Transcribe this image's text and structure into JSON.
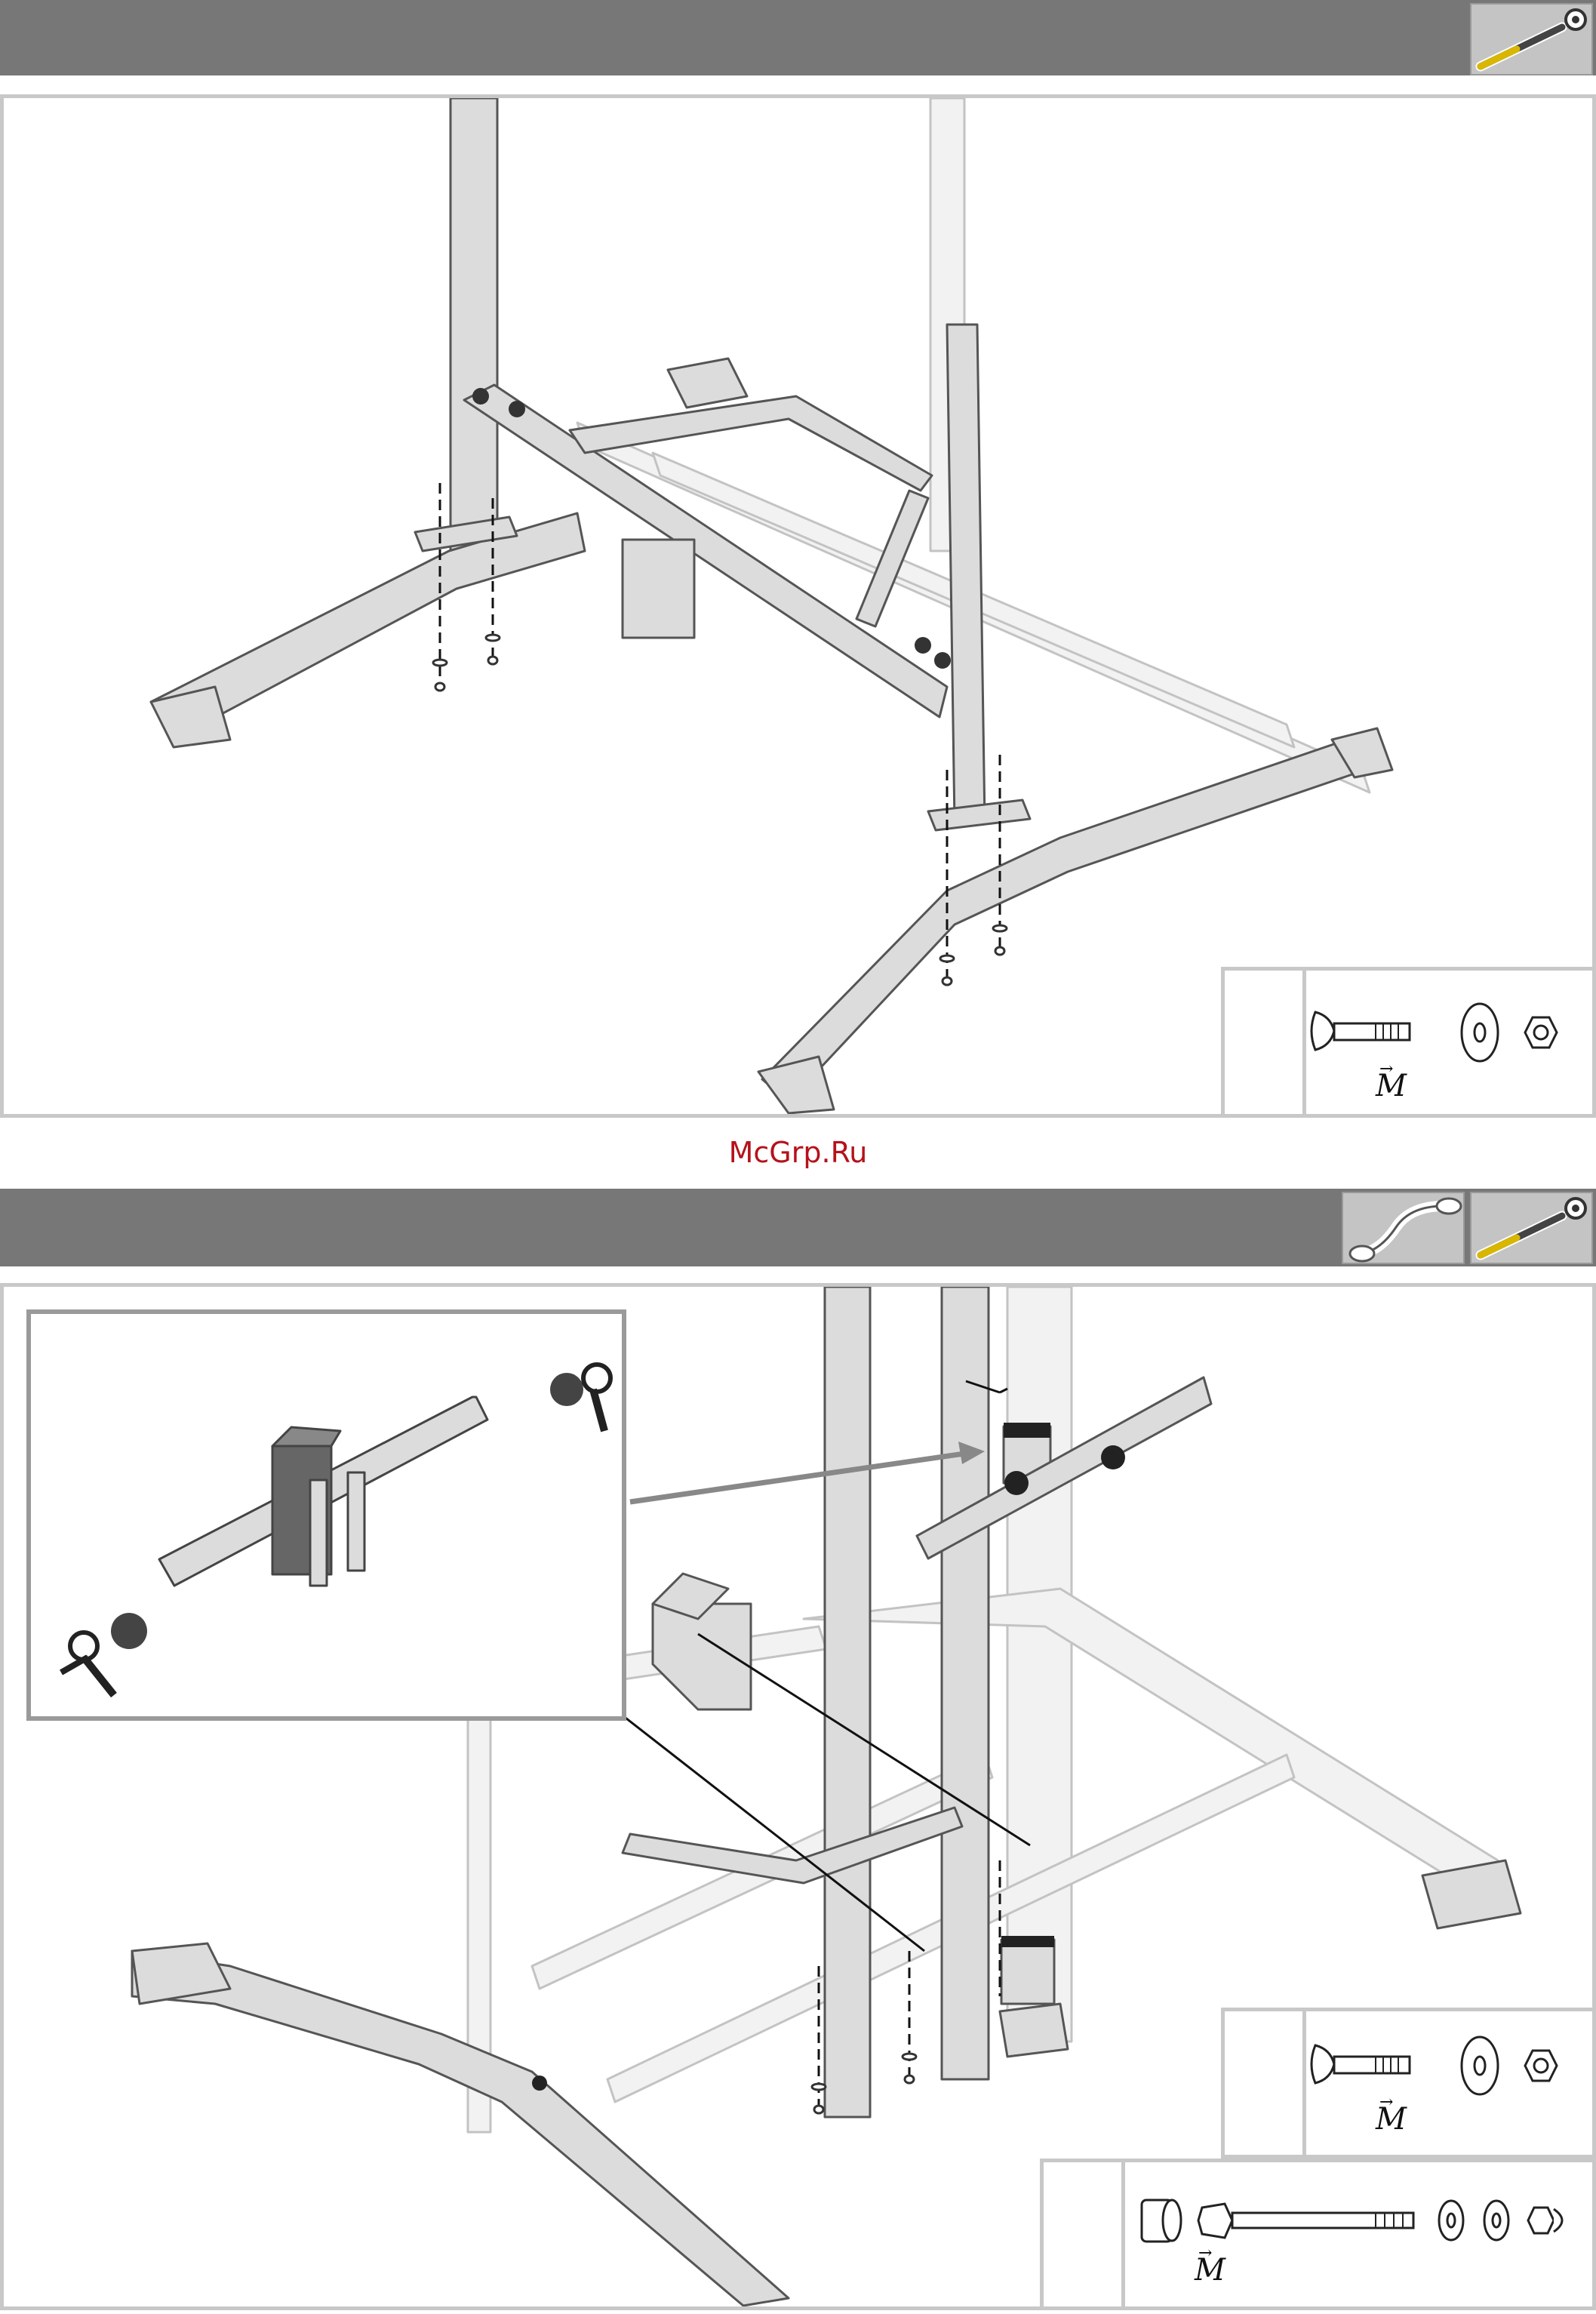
{
  "watermark": "McGrp.Ru",
  "step1": {
    "tools": [
      "torque-wrench-icon"
    ],
    "hardware": [
      "carriage-bolt-icon",
      "washer-icon",
      "nut-icon"
    ],
    "unit_label": "M"
  },
  "step2": {
    "tools": [
      "spanner-icon",
      "torque-wrench-icon"
    ],
    "hardware_a": [
      "carriage-bolt-icon",
      "washer-icon",
      "nut-icon"
    ],
    "hardware_a_label": "M",
    "hardware_b": [
      "spacer-icon",
      "hex-bolt-icon",
      "washer-icon",
      "washer-icon",
      "cap-nut-icon"
    ],
    "hardware_b_label": "M"
  },
  "colors": {
    "header": "#777777",
    "frame": "#c8c8c8",
    "watermark": "#b5121b"
  }
}
